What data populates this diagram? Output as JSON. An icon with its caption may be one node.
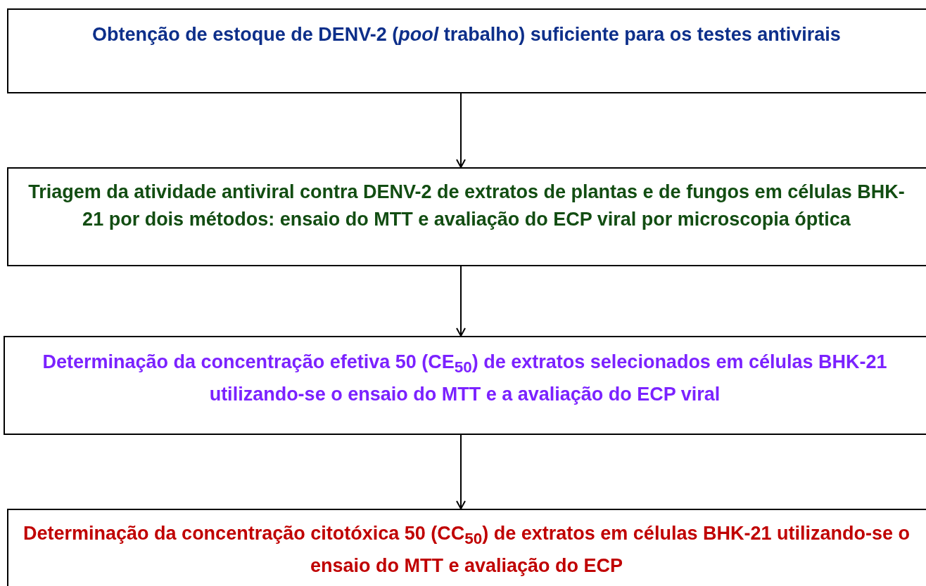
{
  "diagram": {
    "nodes": [
      {
        "text": [
          "Obtenção de estoque de DENV-2 (*pool* trabalho) suficiente para os testes antivirais"
        ]
      },
      {
        "text": [
          "Triagem da atividade antiviral contra DENV-2 de extratos de plantas e de fungos em células BHK-21 por dois métodos: ensaio do MTT e avaliação do ECP viral por microscopia óptica"
        ]
      },
      {
        "text": [
          "Determinação da concentração efetiva 50 (CE$_{50}$) de extratos selecionados em células BHK-21 utilizando-se o ensaio do MTT e a avaliação do ECP viral"
        ]
      },
      {
        "text": [
          "Determinação da concentração citotóxica 50 (CC$_{50}$) de extratos em células BHK-21 utilizando-se o ensaio do MTT e avaliação do ECP"
        ]
      }
    ],
    "edges": [
      {
        "from": 0,
        "to": 1,
        "arrow": "to"
      },
      {
        "from": 1,
        "to": 2,
        "arrow": "to"
      },
      {
        "from": 2,
        "to": 3,
        "arrow": "to"
      }
    ]
  }
}
